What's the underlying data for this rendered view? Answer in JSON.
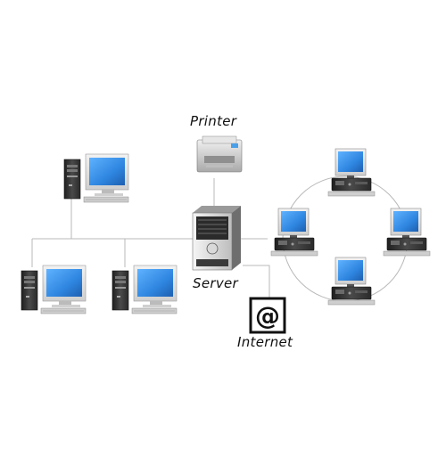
{
  "labels": {
    "printer": "Printer",
    "server": "Server",
    "internet": "Internet"
  },
  "icons": {
    "internet": "@"
  },
  "colors": {
    "line": "#b9b9b9",
    "screen": "#2f86e0",
    "case_dark": "#3a3a3a",
    "case_light": "#e4e4e4"
  }
}
